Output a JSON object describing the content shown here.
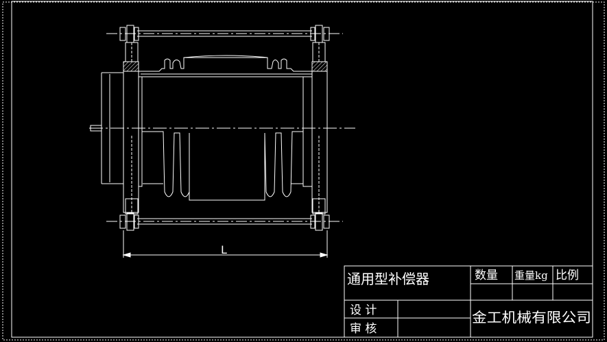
{
  "drawing": {
    "dimension_label": "L"
  },
  "title_block": {
    "title": "通用型补偿器",
    "col_quantity": "数量",
    "col_weight": "重量kg",
    "col_scale": "比例",
    "row_design": "设  计",
    "row_review": "审  核",
    "company": "金工机械有限公司"
  },
  "colors": {
    "background": "#000000",
    "lines": "#ffffff"
  }
}
